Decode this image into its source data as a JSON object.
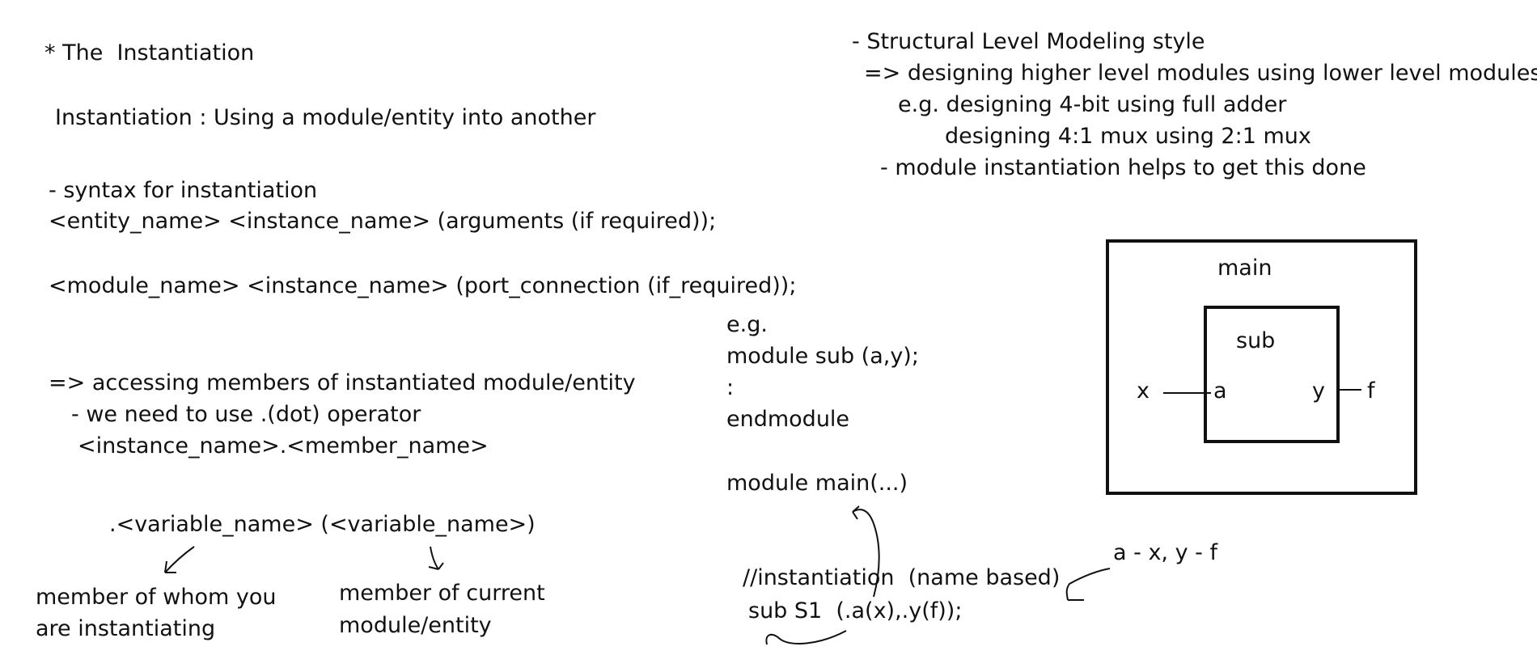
{
  "left": {
    "heading": "* The  Instantiation",
    "definition": "Instantiation : Using a module/entity into another",
    "syntax_title": "- syntax for instantiation",
    "syntax_entity": "<entity_name> <instance_name> (arguments (if required));",
    "syntax_module": "<module_name> <instance_name> (port_connection (if_required));",
    "access_title": "=> accessing members of instantiated module/entity",
    "dot_operator": "- we need to use .(dot) operator",
    "dot_syntax": "<instance_name>.<member_name>",
    "variable_syntax": ".<variable_name> (<variable_name>)",
    "member_left_line1": "member of whom you",
    "member_left_line2": "are instantiating",
    "member_right_line1": "member of current",
    "member_right_line2": "module/entity"
  },
  "right": {
    "structural_title": "- Structural Level Modeling style",
    "structural_desc": "=> designing higher level modules using lower level modules",
    "example1": "e.g. designing 4-bit using full adder",
    "example2": "designing 4:1 mux using 2:1 mux",
    "instantiation_help": "- module instantiation helps to get this done"
  },
  "code": {
    "eg": "e.g.",
    "module_sub": "module sub (a,y);",
    "colon": ":",
    "endmodule": "endmodule",
    "module_main": "module main(...)",
    "comment": "//instantiation  (name based)",
    "instance": "sub S1  (.a(x),.y(f));",
    "mapping": "a - x, y - f"
  },
  "diagram": {
    "outer_label": "main",
    "inner_label": "sub",
    "port_x": "x",
    "port_a": "a",
    "port_y": "y",
    "port_f": "f"
  }
}
